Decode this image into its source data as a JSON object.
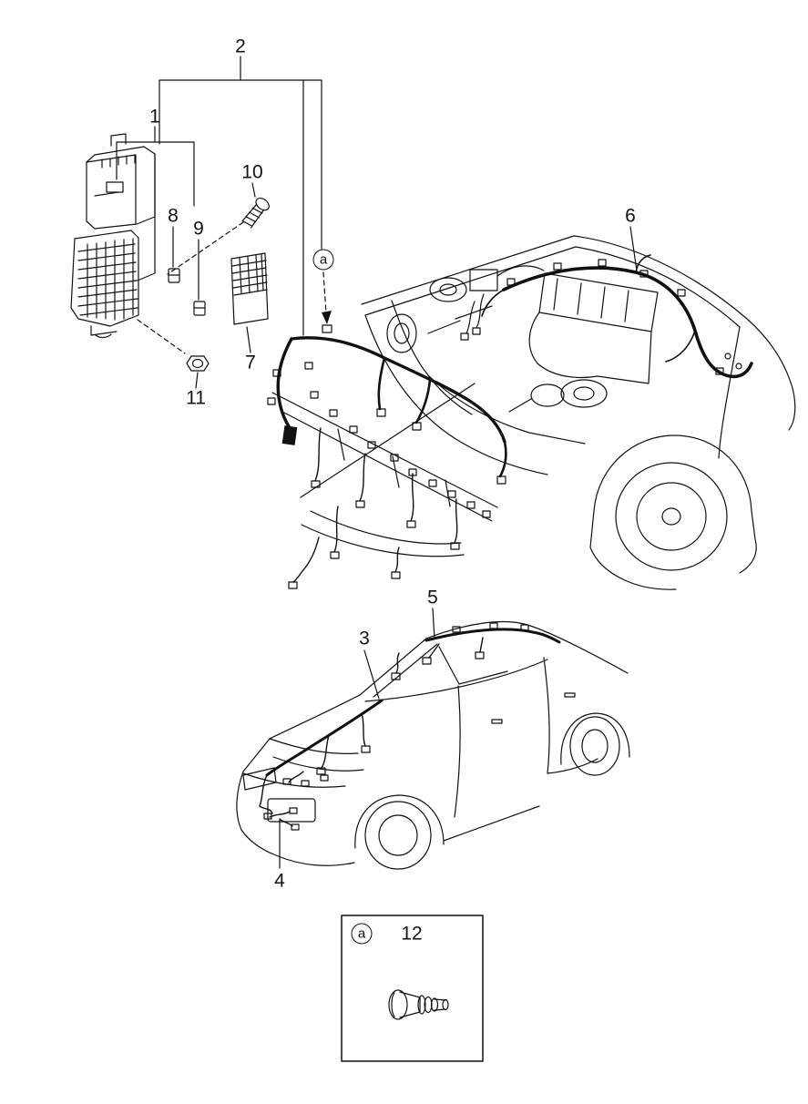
{
  "colors": {
    "background": "#ffffff",
    "line": "#111111"
  },
  "diagram": {
    "callouts": {
      "c1": "1",
      "c2": "2",
      "c3": "3",
      "c4": "4",
      "c5": "5",
      "c6": "6",
      "c7": "7",
      "c8": "8",
      "c9": "9",
      "c10": "10",
      "c11": "11"
    },
    "ref_marker_label": "a",
    "legend": {
      "ref_label": "a",
      "part_number": "12"
    }
  }
}
